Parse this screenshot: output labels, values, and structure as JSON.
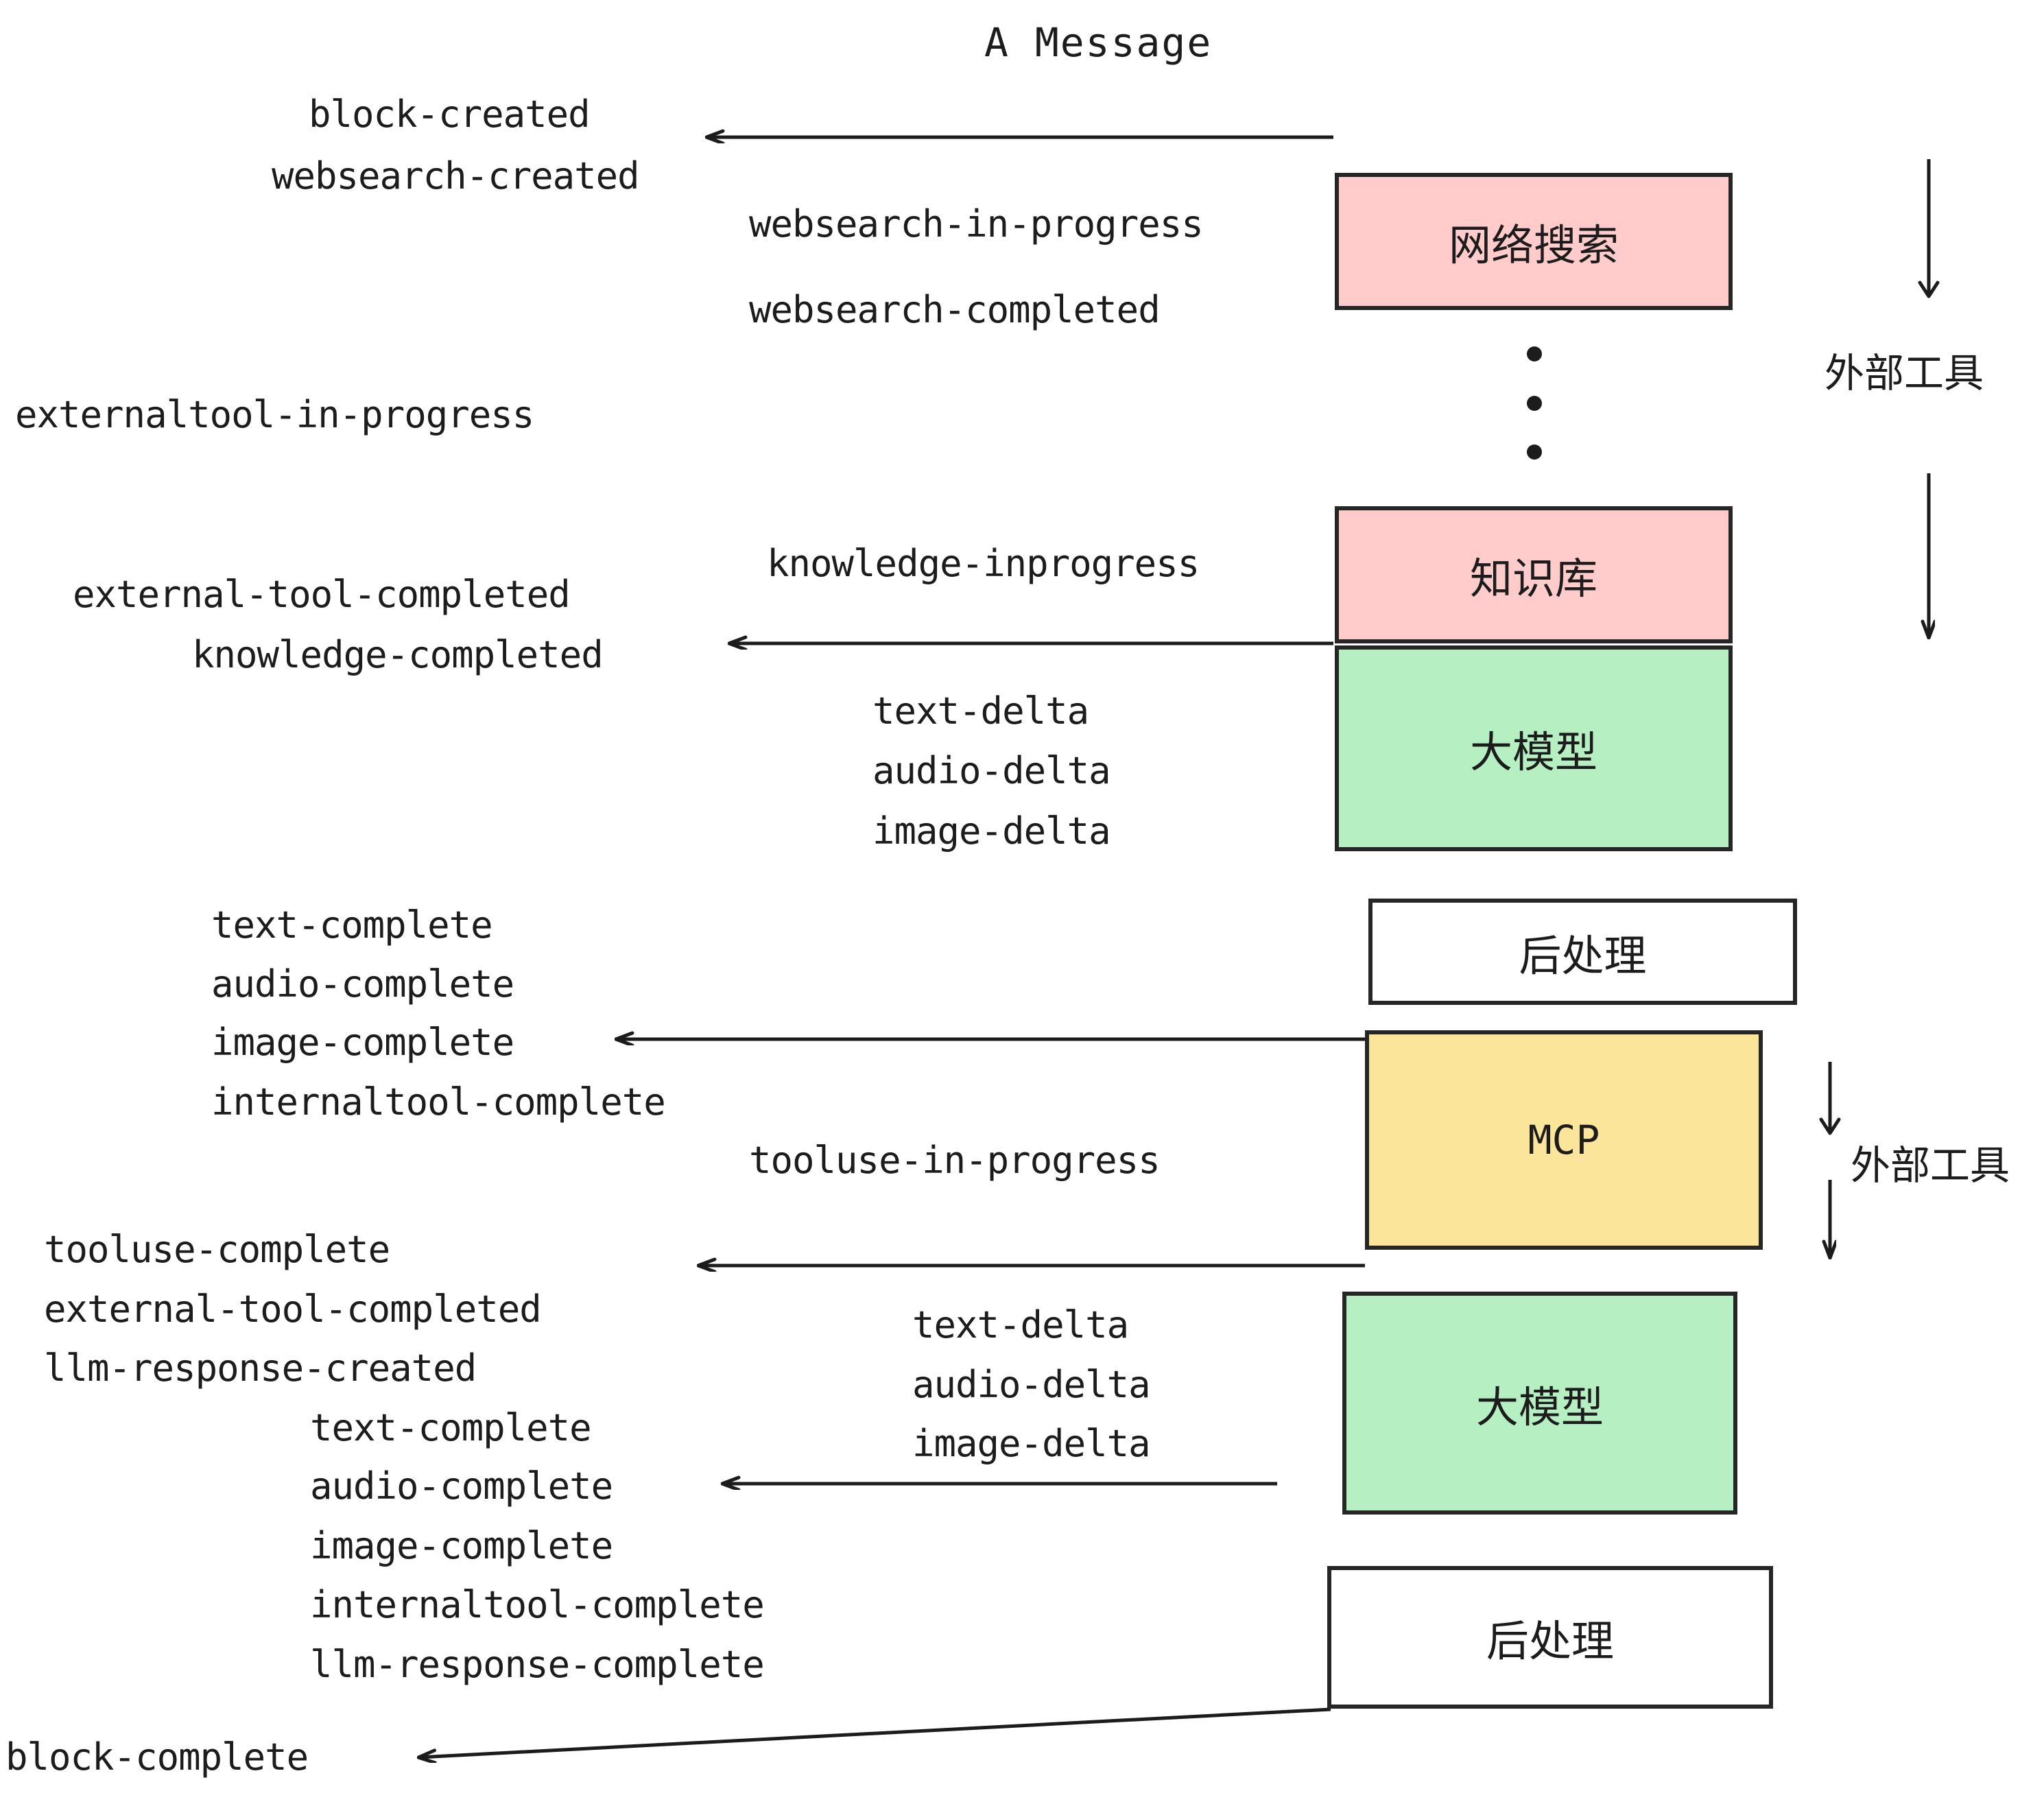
{
  "title": "A Message",
  "colors": {
    "pink": "#FFCCCB",
    "green": "#B5EFC2",
    "yellow": "#FBE59B",
    "white": "#FFFFFF",
    "stroke": "#262626",
    "text": "#1C1C1C"
  },
  "boxes": [
    {
      "id": "websearch",
      "label": "网络搜索",
      "fill": "#FFCCCB"
    },
    {
      "id": "knowledge",
      "label": "知识库",
      "fill": "#FFCCCB"
    },
    {
      "id": "llm-1",
      "label": "大模型",
      "fill": "#B5EFC2"
    },
    {
      "id": "postprocess-1",
      "label": "后处理",
      "fill": "#FFFFFF"
    },
    {
      "id": "mcp",
      "label": "MCP",
      "fill": "#FBE59B"
    },
    {
      "id": "llm-2",
      "label": "大模型",
      "fill": "#B5EFC2"
    },
    {
      "id": "postprocess-2",
      "label": "后处理",
      "fill": "#FFFFFF"
    }
  ],
  "side_labels": [
    {
      "id": "external-tools-top",
      "label": "外部工具"
    },
    {
      "id": "external-tools-bottom",
      "label": "外部工具"
    }
  ],
  "events": {
    "block_created": "block-created",
    "websearch_created": "websearch-created",
    "websearch_in_progress": "websearch-in-progress",
    "websearch_completed": "websearch-completed",
    "externaltool_in_progress": "externaltool-in-progress",
    "knowledge_inprogress": "knowledge-inprogress",
    "external_tool_completed_1": "external-tool-completed",
    "knowledge_completed": "knowledge-completed",
    "text_delta_1": "text-delta",
    "audio_delta_1": "audio-delta",
    "image_delta_1": "image-delta",
    "text_complete_1": "text-complete",
    "audio_complete_1": "audio-complete",
    "image_complete_1": "image-complete",
    "internaltool_complete_1": "internaltool-complete",
    "tooluse_in_progress": "tooluse-in-progress",
    "tooluse_complete": "tooluse-complete",
    "external_tool_completed_2": "external-tool-completed",
    "llm_response_created": "llm-response-created",
    "text_delta_2": "text-delta",
    "audio_delta_2": "audio-delta",
    "image_delta_2": "image-delta",
    "text_complete_2": "text-complete",
    "audio_complete_2": "audio-complete",
    "image_complete_2": "image-complete",
    "internaltool_complete_2": "internaltool-complete",
    "llm_response_complete": "llm-response-complete",
    "block_complete": "block-complete"
  },
  "ellipsis": {
    "id": "vertical-ellipsis",
    "count": 3
  }
}
